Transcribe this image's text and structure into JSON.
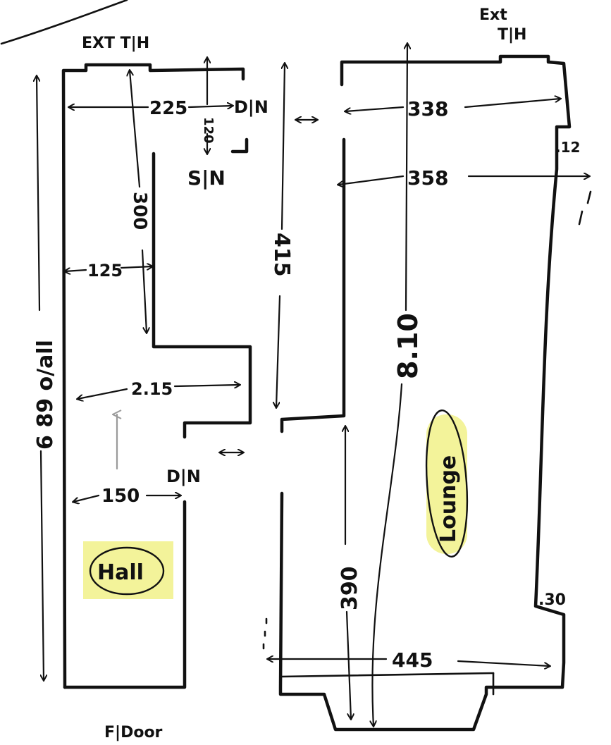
{
  "hall": {
    "ext_th_label": "EXT T|H",
    "room_label": "Hall",
    "dim_225": "225",
    "dim_120": "120",
    "dn_top": "D|N",
    "sn_label": "S|N",
    "dim_300": "300",
    "dim_125": "125",
    "dim_215": "2.15",
    "dn_bottom": "D|N",
    "dim_150": "150",
    "overall": "6 89 o/all",
    "front_door": "F|Door"
  },
  "lounge": {
    "ext_th_label": "Ext\nT|H",
    "room_label": "Lounge",
    "dim_415": "415",
    "dim_338": "338",
    "dim_12": ".12",
    "dim_358": "358",
    "dim_810": "8.10",
    "dim_390": "390",
    "dim_30": ".30",
    "dim_445": "445"
  }
}
